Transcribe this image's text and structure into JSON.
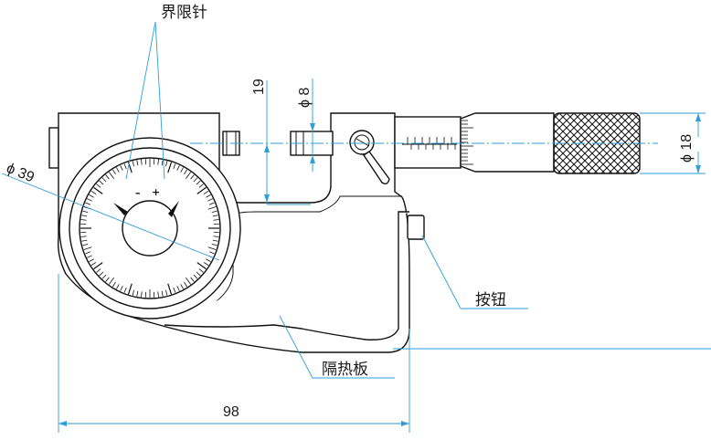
{
  "labels": {
    "pointer": "界限针",
    "button": "按钮",
    "plate": "隔热板"
  },
  "dimensions": {
    "dial_dia": "ϕ 39",
    "height": "19",
    "spindle_dia": "ϕ 8",
    "thimble_dia": "ϕ 18",
    "length": "98"
  },
  "dial_signs": {
    "minus": "–",
    "plus": "+"
  },
  "colors": {
    "leader": "#2e9fd8",
    "outline": "#111111"
  }
}
